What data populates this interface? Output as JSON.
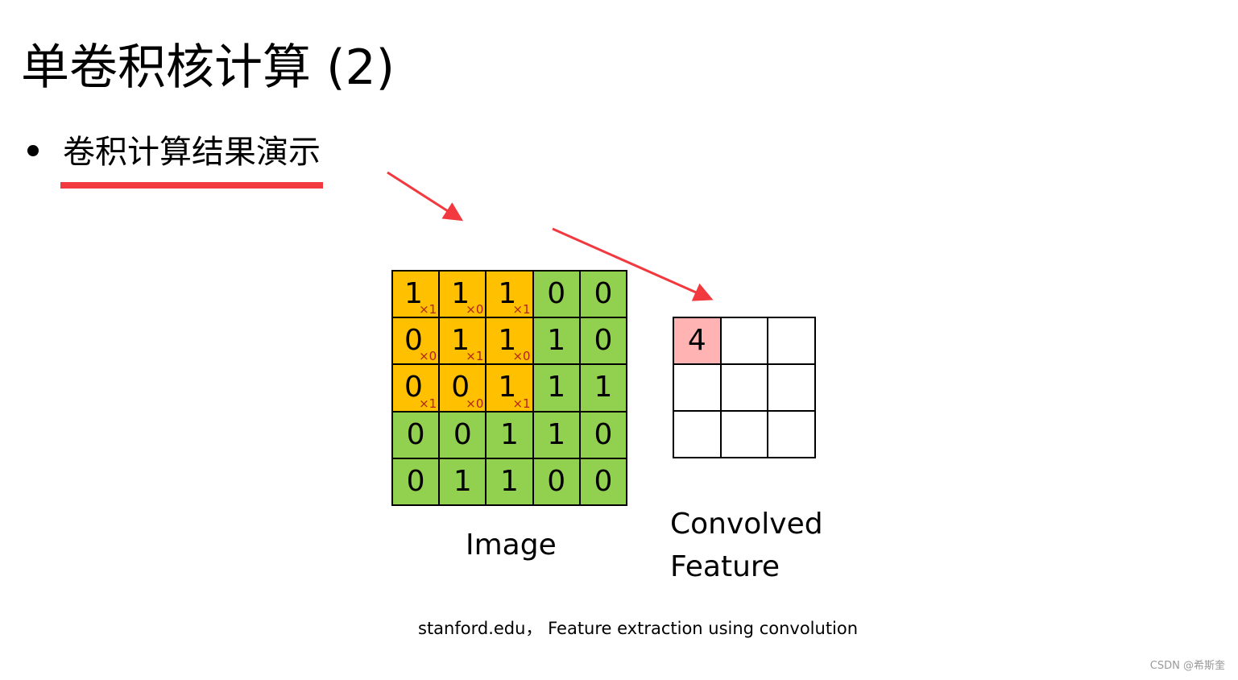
{
  "slide": {
    "title": "单卷积核计算 (2)",
    "bullet": "卷积计算结果演示"
  },
  "colors": {
    "kernel_window": "#ffc000",
    "image_cell": "#92d050",
    "output_highlight": "#ffb3b3",
    "arrow": "#f2393f",
    "weight_text": "#b22222"
  },
  "image_grid": [
    [
      1,
      1,
      1,
      0,
      0
    ],
    [
      0,
      1,
      1,
      1,
      0
    ],
    [
      0,
      0,
      1,
      1,
      1
    ],
    [
      0,
      0,
      1,
      1,
      0
    ],
    [
      0,
      1,
      1,
      0,
      0
    ]
  ],
  "kernel_weights": [
    [
      "×1",
      "×0",
      "×1"
    ],
    [
      "×0",
      "×1",
      "×0"
    ],
    [
      "×1",
      "×0",
      "×1"
    ]
  ],
  "convolved_feature": [
    [
      "4",
      "",
      ""
    ],
    [
      "",
      "",
      ""
    ],
    [
      "",
      "",
      ""
    ]
  ],
  "labels": {
    "image": "Image",
    "convolved_line1": "Convolved",
    "convolved_line2": "Feature"
  },
  "source": "stanford.edu，  Feature extraction using convolution",
  "watermark": "CSDN @希斯奎"
}
